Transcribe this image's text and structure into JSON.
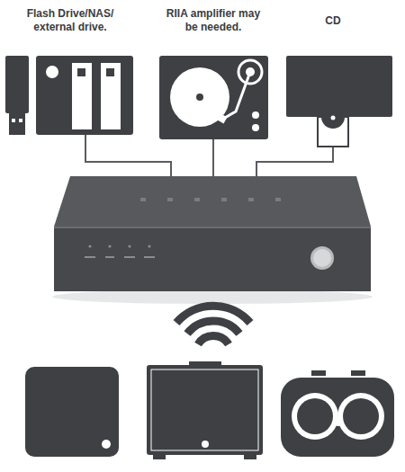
{
  "diagram": {
    "nodes": [
      {
        "text": [
          "Flash Drive/NAS/ external drive."
        ]
      },
      {
        "text": [
          "RIIA amplifier may be needed."
        ]
      },
      {
        "text": [
          "CD"
        ]
      }
    ]
  }
}
